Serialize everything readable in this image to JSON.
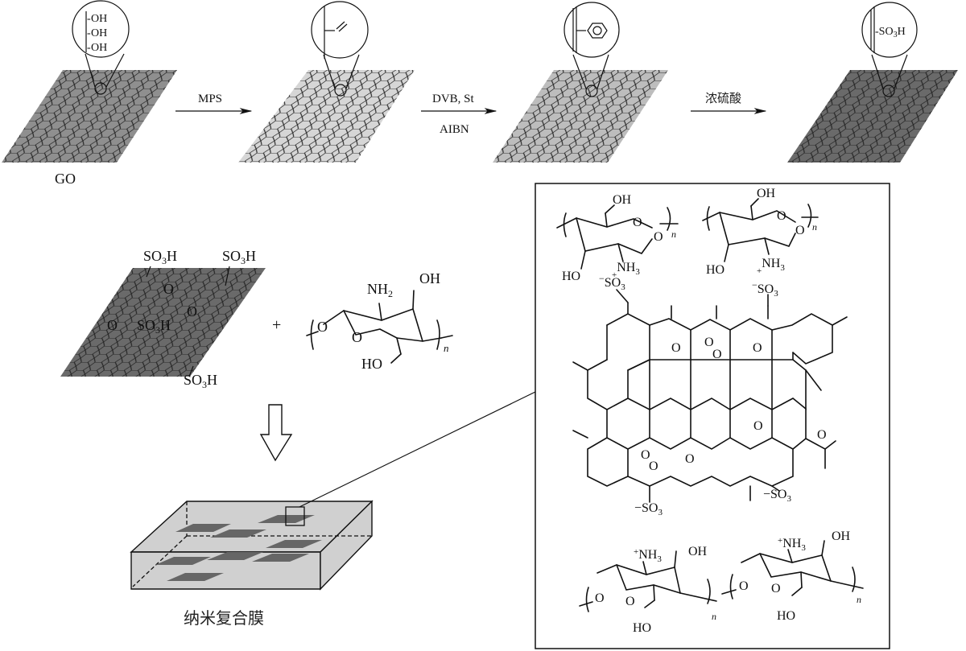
{
  "figure": {
    "top_row": {
      "sheets": [
        {
          "id": "go",
          "label": "GO",
          "inset_groups": [
            "OH",
            "OH",
            "OH"
          ],
          "fill": "#8f8f8f"
        },
        {
          "id": "mps-modified",
          "label": "",
          "inset_groups": [
            "vinyl"
          ],
          "fill": "#d6d6d6"
        },
        {
          "id": "polymer-grafted",
          "label": "",
          "inset_groups": [
            "benzene"
          ],
          "fill": "#bdbdbd"
        },
        {
          "id": "sulfonated",
          "label": "",
          "inset_groups": [
            "SO3H"
          ],
          "fill": "#6a6a6a"
        }
      ],
      "arrows": [
        {
          "above": "MPS",
          "below": ""
        },
        {
          "above": "DVB, St",
          "below": "AIBN"
        },
        {
          "above": "浓硫酸",
          "below": ""
        }
      ],
      "inset_sulfonic": "SO",
      "inset_sulfonic_sub": "3",
      "inset_sulfonic_end": "H"
    },
    "middle_left": {
      "sheet_fill": "#6a6a6a",
      "sheet_groups": [
        {
          "main": "SO",
          "sub": "3",
          "end": "H"
        },
        {
          "main": "SO",
          "sub": "3",
          "end": "H"
        },
        {
          "main": "SO",
          "sub": "3",
          "end": "H"
        },
        {
          "main": "SO",
          "sub": "3",
          "end": "H"
        }
      ],
      "oxygen": "O",
      "plus": "+",
      "chitosan": {
        "nh2": "NH",
        "nh2_sub": "2",
        "oh": "OH",
        "ho": "HO",
        "ring_o": "O",
        "link_o": "O",
        "n": "n"
      }
    },
    "down_arrow": "down-arrow",
    "membrane": {
      "label": "纳米复合膜",
      "matrix_fill": "#d0d0d0",
      "flake_fill": "#666666"
    },
    "detail_panel": {
      "chitosan_top": [
        {
          "oh": "OH",
          "ho": "HO",
          "nh3": "NH",
          "nh3_sub": "3",
          "charge": "+",
          "ring_o": "O",
          "link_o": "O",
          "n": "n"
        },
        {
          "oh": "OH",
          "ho": "HO",
          "nh3": "NH",
          "nh3_sub": "3",
          "charge": "+",
          "ring_o": "O",
          "link_o": "O",
          "n": "n"
        }
      ],
      "sulfonate_groups": [
        {
          "text": "SO",
          "sub": "3",
          "charge": "−"
        },
        {
          "text": "SO",
          "sub": "3",
          "charge": "−"
        },
        {
          "text": "SO",
          "sub": "3",
          "charge": "−"
        },
        {
          "text": "SO",
          "sub": "3",
          "charge": "−"
        }
      ],
      "epoxide_o": "O",
      "carbonyl_o": "O",
      "chitosan_bottom": [
        {
          "oh": "OH",
          "ho": "HO",
          "nh3": "NH",
          "nh3_sub": "3",
          "charge": "+",
          "ring_o": "O",
          "link_o": "O",
          "n": "n"
        },
        {
          "oh": "OH",
          "ho": "HO",
          "nh3": "NH",
          "nh3_sub": "3",
          "charge": "+",
          "ring_o": "O",
          "link_o": "O",
          "n": "n"
        }
      ]
    }
  }
}
